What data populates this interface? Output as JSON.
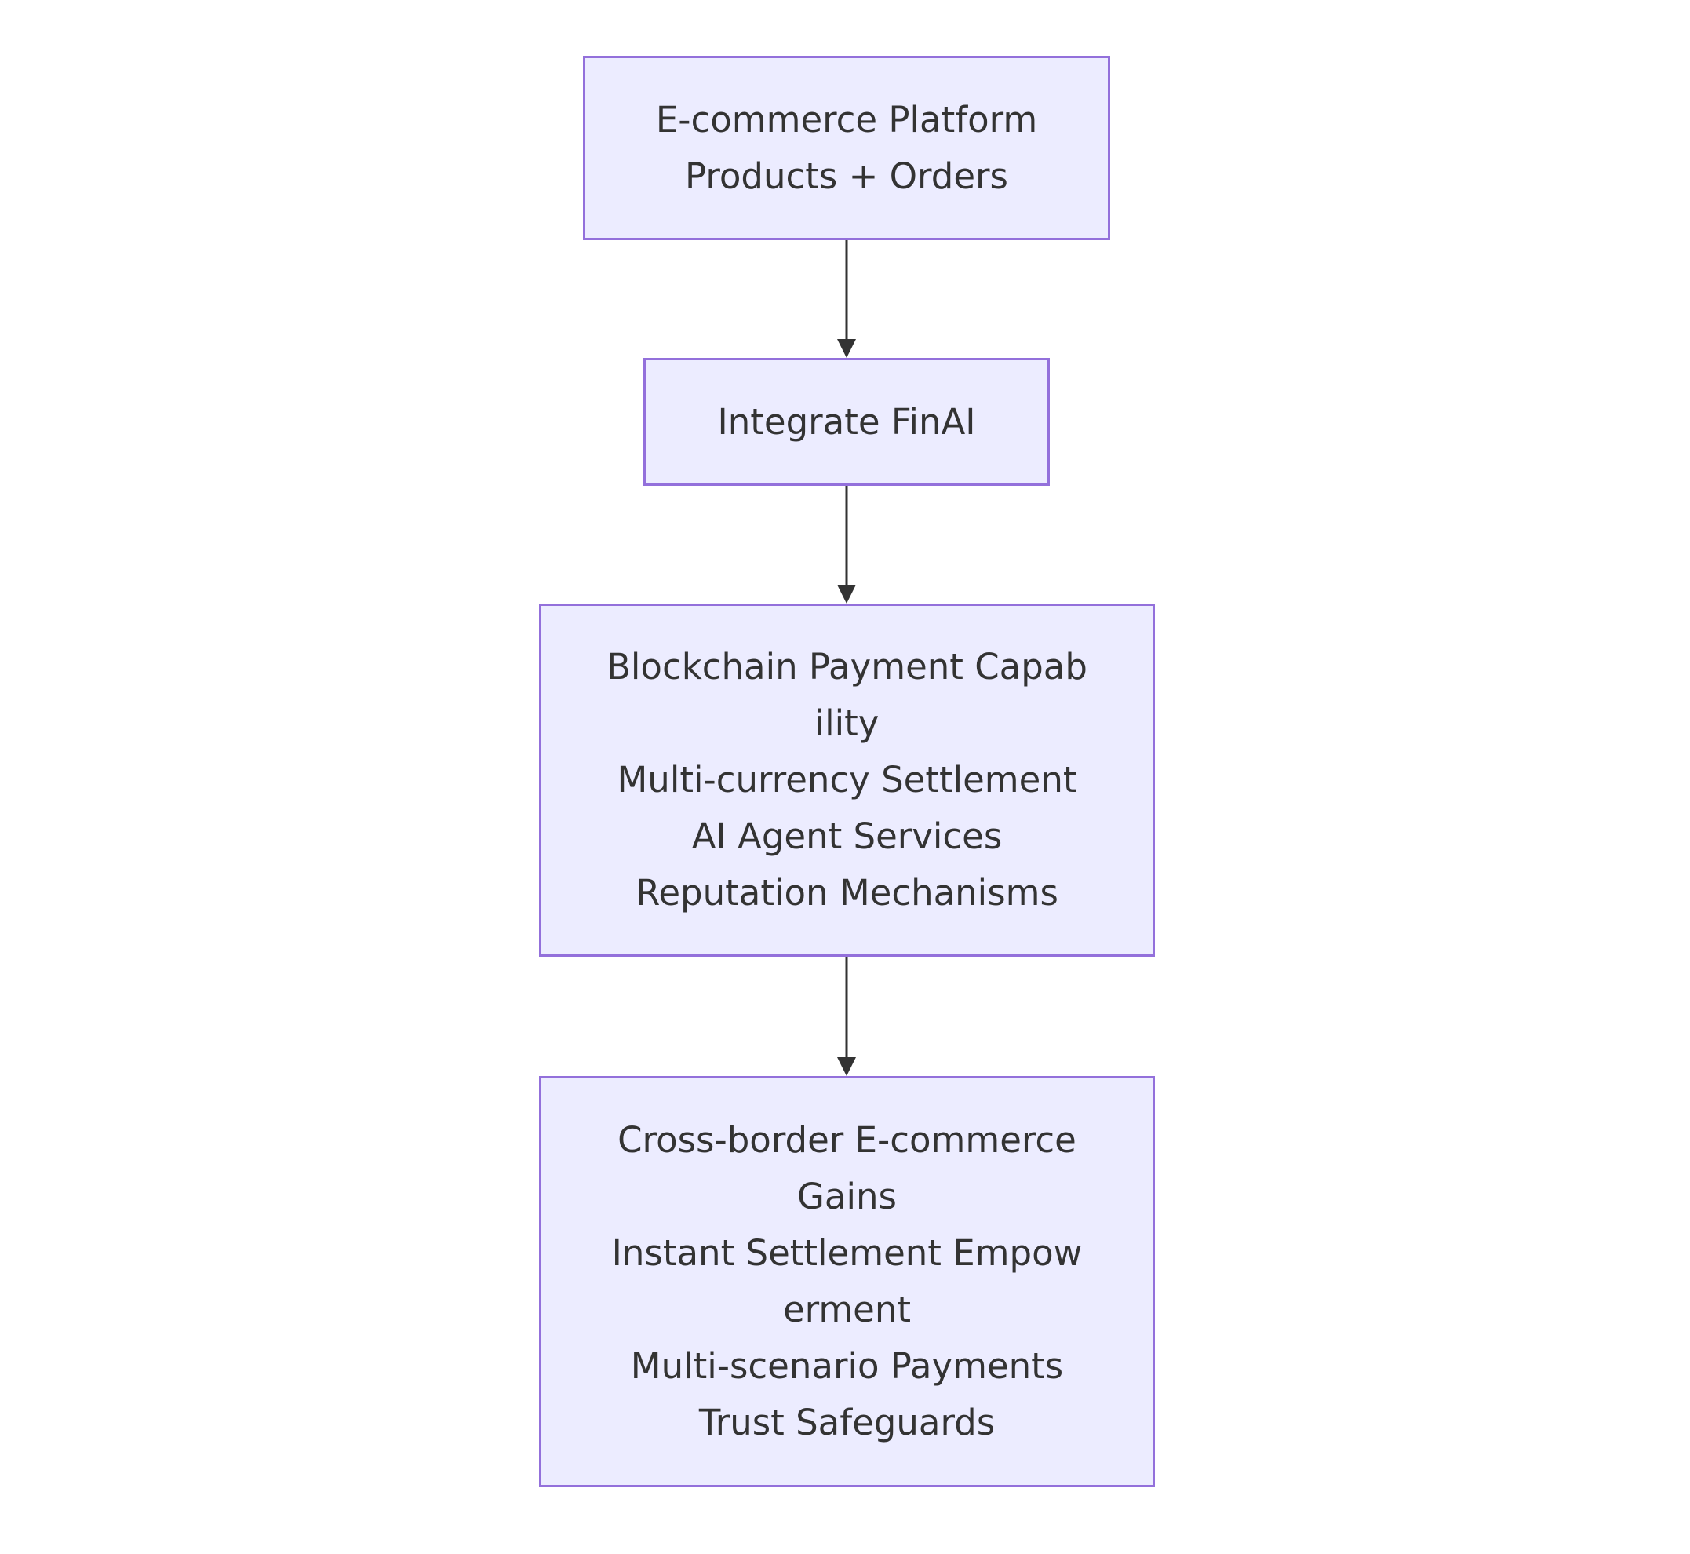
{
  "diagram": {
    "type": "flowchart",
    "direction": "top-to-bottom",
    "colors": {
      "node_fill": "#ececff",
      "node_border": "#9370db",
      "text": "#333333",
      "edge": "#333333"
    },
    "nodes": [
      {
        "id": "platform",
        "lines": [
          "E-commerce Platform",
          "Products + Orders"
        ]
      },
      {
        "id": "integrate",
        "lines": [
          "Integrate FinAI"
        ]
      },
      {
        "id": "capabilities",
        "lines": [
          "Blockchain Payment Capab",
          "ility",
          "Multi-currency Settlement",
          "AI Agent Services",
          "Reputation Mechanisms"
        ]
      },
      {
        "id": "gains",
        "lines": [
          "Cross-border E-commerce",
          "Gains",
          "Instant Settlement Empow",
          "erment",
          "Multi-scenario Payments",
          "Trust Safeguards"
        ]
      }
    ],
    "edges": [
      {
        "from": "platform",
        "to": "integrate"
      },
      {
        "from": "integrate",
        "to": "capabilities"
      },
      {
        "from": "capabilities",
        "to": "gains"
      }
    ]
  }
}
